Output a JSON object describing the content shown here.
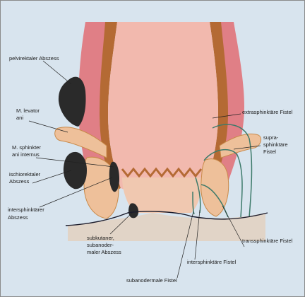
{
  "labels": {
    "pelvirectal_abscess": "pelvirektaler Abszess",
    "levator_ani_1": "M. levator",
    "levator_ani_2": "ani",
    "sphincter_internus_1": "M. sphinkter",
    "sphincter_internus_2": "ani internus",
    "ischiorectal_abscess_1": "ischiorektaler",
    "ischiorectal_abscess_2": "Abszess",
    "intersphincteric_abscess_1": "intersphinktärer",
    "intersphincteric_abscess_2": "Abszess",
    "subcutaneous_abscess_1": "subkutaner,",
    "subcutaneous_abscess_2": "subanoder-",
    "subcutaneous_abscess_3": "maler Abszess",
    "extrasphincteric_fistula": "extrasphinktäre Fistel",
    "suprasphincteric_fistula_1": "supra-",
    "suprasphincteric_fistula_2": "sphinktäre",
    "suprasphincteric_fistula_3": "Fistel",
    "transsphincteric_fistula": "transsphinktäre Fistel",
    "intersphincteric_fistula": "intersphinktäre Fistel",
    "subanodermal_fistula": "subanodermale Fistel"
  },
  "colors": {
    "background": "#d8e4ee",
    "mucosa": "#f2b9ae",
    "rectal_wall": "#e07f86",
    "muscle": "#c98a4a",
    "muscle_light": "#eec09a",
    "abscess": "#2a2a2a",
    "fistula": "#3d7a6a",
    "skin_line": "#1a1a2a",
    "leader": "#222222"
  }
}
